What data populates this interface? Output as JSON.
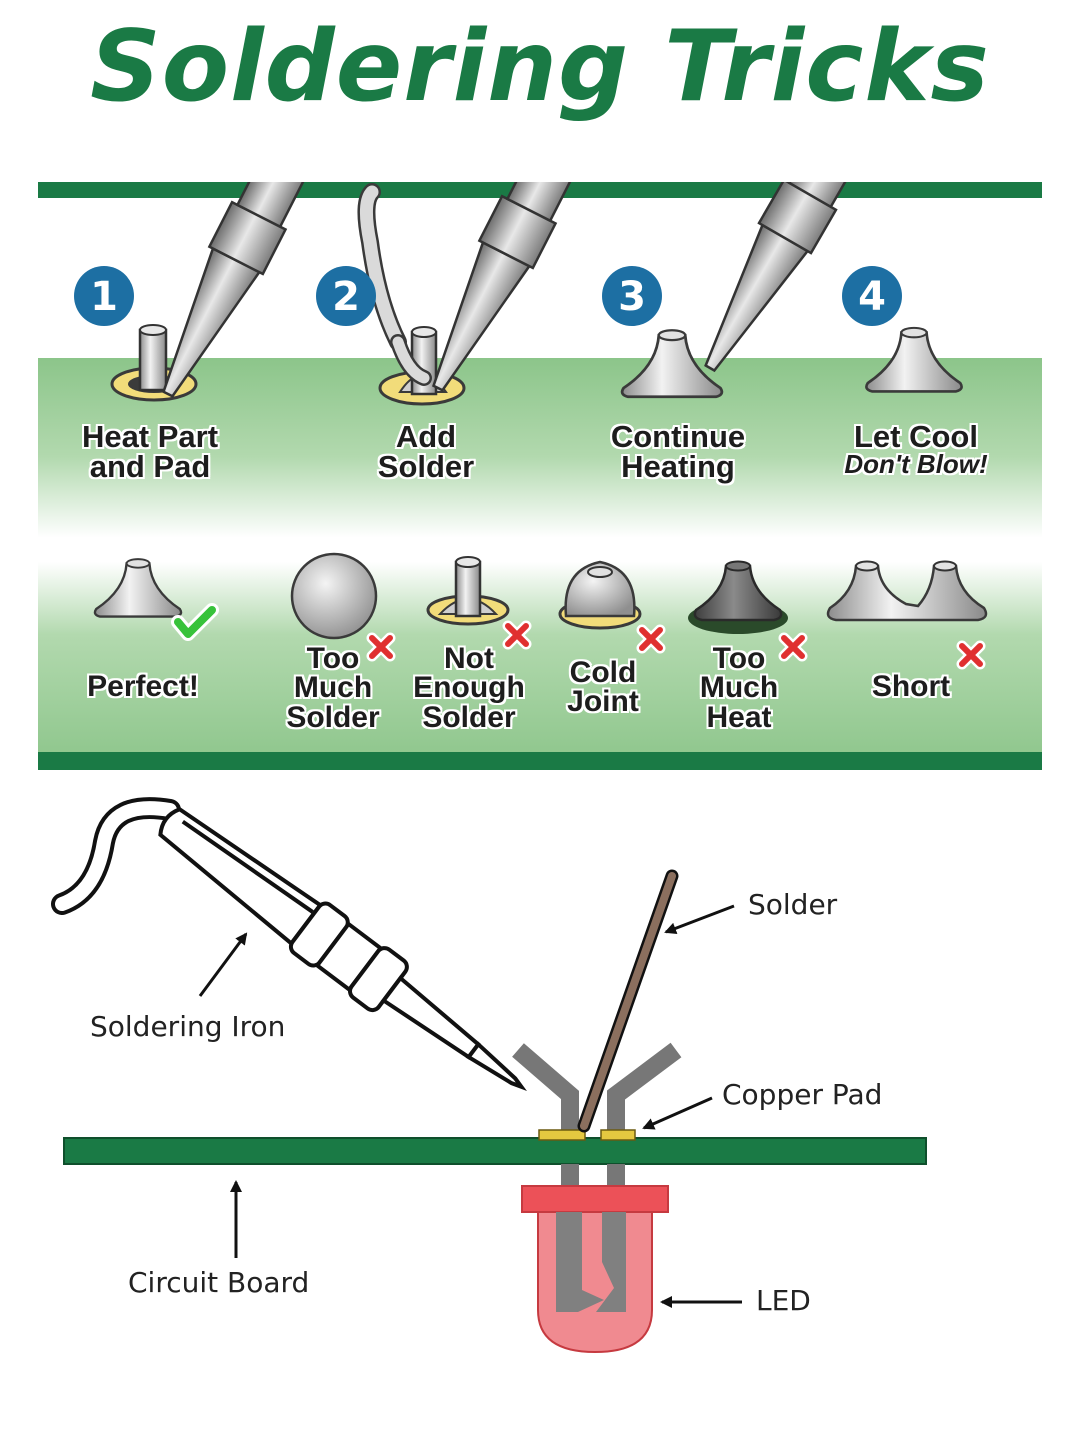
{
  "title": "Soldering Tricks",
  "steps": [
    {
      "number": "1",
      "line1": "Heat Part",
      "line2": "and Pad"
    },
    {
      "number": "2",
      "line1": "Add",
      "line2": "Solder"
    },
    {
      "number": "3",
      "line1": "Continue",
      "line2": "Heating"
    },
    {
      "number": "4",
      "line1": "Let Cool",
      "line2": "Don't Blow!"
    }
  ],
  "outcomes": [
    {
      "lines": [
        "Perfect!"
      ],
      "status": "good"
    },
    {
      "lines": [
        "Too",
        "Much",
        "Solder"
      ],
      "status": "bad"
    },
    {
      "lines": [
        "Not",
        "Enough",
        "Solder"
      ],
      "status": "bad"
    },
    {
      "lines": [
        "Cold",
        "Joint"
      ],
      "status": "bad"
    },
    {
      "lines": [
        "Too",
        "Much",
        "Heat"
      ],
      "status": "bad"
    },
    {
      "lines": [
        "Short"
      ],
      "status": "bad"
    }
  ],
  "diagram": {
    "solder": "Solder",
    "soldering_iron": "Soldering Iron",
    "copper_pad": "Copper Pad",
    "circuit_board": "Circuit Board",
    "led": "LED"
  },
  "colors": {
    "title_green": "#1a7a45",
    "board_green": "#8cc58a",
    "dark_green": "#1a7a45",
    "badge_blue": "#1d6fa3",
    "check_green": "#37c23a",
    "cross_red": "#e03030",
    "pad_yellow": "#f2dc7a",
    "led_red": "#f07a80",
    "solder_brown": "#8b6f5e"
  }
}
